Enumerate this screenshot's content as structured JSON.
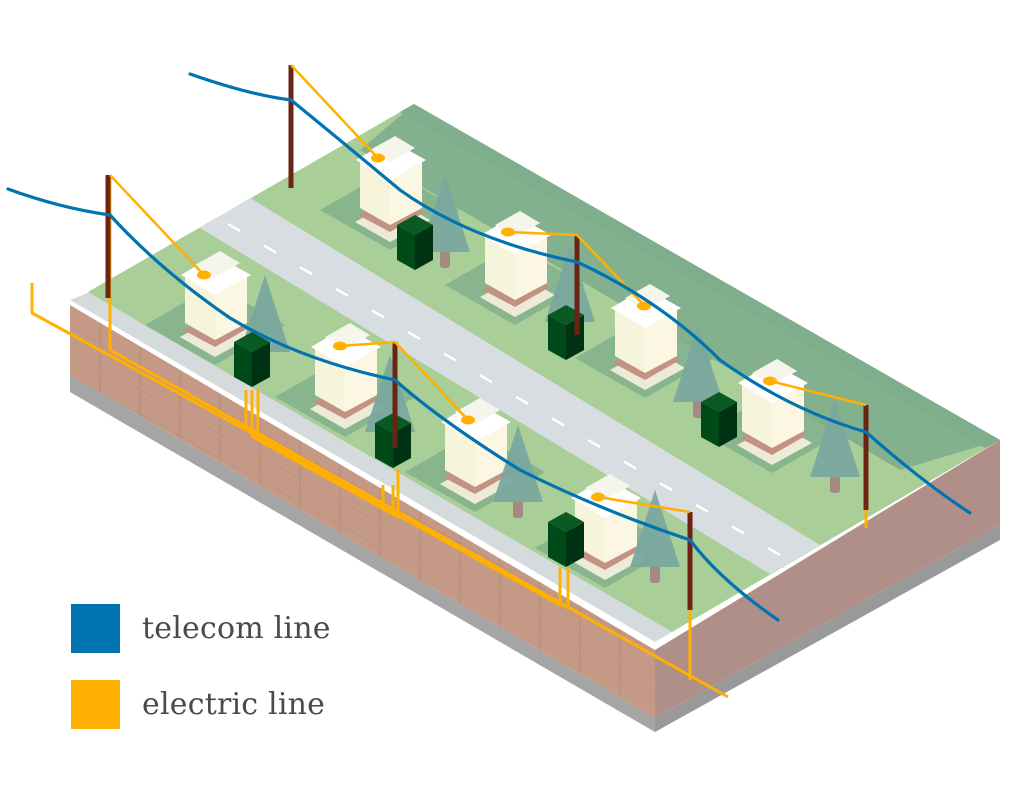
{
  "diagram": {
    "subject": "Isometric neighborhood block showing overhead telecom lines and underground electric lines",
    "houses_count": 8,
    "utility_poles_count": 6,
    "transformer_boxes_count": 6,
    "trees_count": 8
  },
  "colors": {
    "telecom": "#0073b0",
    "electric": "#ffb000",
    "grass_light": "#a9ce98",
    "grass_dark": "#7fae8c",
    "road": "#d7dde0",
    "soil": "#c49a86",
    "soil_side": "#b08f88",
    "base_gray": "#a5a5a5",
    "pole": "#6b2414",
    "transformer": "#004a1a",
    "transformer_dark": "#003314",
    "tree": "#7aa89e",
    "house_wall": "#fbfbf0",
    "house_base": "#c39282"
  },
  "legend": {
    "items": [
      {
        "label": "telecom line",
        "color": "#0073b0"
      },
      {
        "label": "electric line",
        "color": "#ffb000"
      }
    ]
  }
}
